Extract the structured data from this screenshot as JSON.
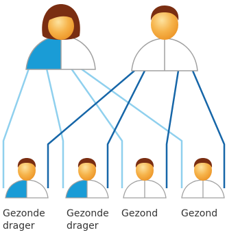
{
  "colors": {
    "carrier_blue": "#1a9cd6",
    "line_light_blue": "#8fd0ee",
    "line_dark_blue": "#1666a8",
    "skin": "#f6b34a",
    "hair": "#7a2e12",
    "outline": "#a0a0a0"
  },
  "parents": [
    {
      "name": "mother",
      "status": "carrier"
    },
    {
      "name": "father",
      "status": "healthy"
    }
  ],
  "children": [
    {
      "status": "carrier",
      "label_lines": [
        "Gezonde",
        "drager"
      ]
    },
    {
      "status": "carrier",
      "label_lines": [
        "Gezonde",
        "drager"
      ]
    },
    {
      "status": "healthy",
      "label_lines": [
        "Gezond"
      ]
    },
    {
      "status": "healthy",
      "label_lines": [
        "Gezond"
      ]
    }
  ]
}
